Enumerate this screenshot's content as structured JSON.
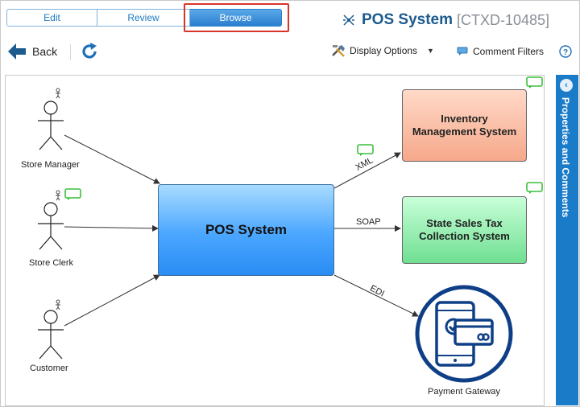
{
  "mode_tabs": {
    "edit": "Edit",
    "review": "Review",
    "browse": "Browse",
    "active": "Browse"
  },
  "title": {
    "name": "POS System",
    "code": "[CTXD-10485]"
  },
  "toolbar": {
    "back_label": "Back",
    "refresh_icon": "refresh-icon",
    "display_options_label": "Display Options",
    "comment_filters_label": "Comment Filters",
    "help_label": "?"
  },
  "side_panel": {
    "label": "Properties and Comments"
  },
  "diagram": {
    "actors": {
      "store_manager": "Store Manager",
      "store_clerk": "Store Clerk",
      "customer": "Customer"
    },
    "central_system": "POS System",
    "systems": {
      "inventory": [
        "Inventory",
        "Management System"
      ],
      "tax": [
        "State Sales Tax",
        "Collection System"
      ],
      "gateway": "Payment Gateway"
    },
    "connections": {
      "xml": "XML",
      "soap": "SOAP",
      "edi": "EDI"
    }
  },
  "colors": {
    "brand_blue": "#1d5a8e",
    "accent_blue": "#1a7bc9",
    "highlight_red": "#d9342b",
    "inventory_fill": "#f6a88a",
    "tax_fill": "#6fdf92",
    "comment_green": "#3cbf3c"
  }
}
